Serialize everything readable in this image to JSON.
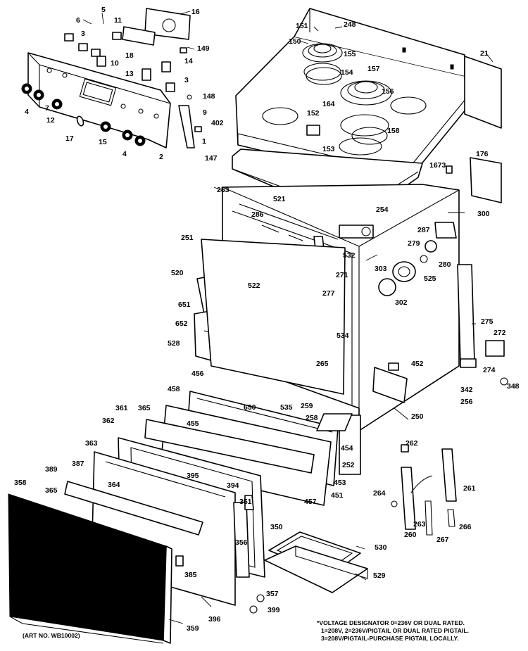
{
  "art_number": "(ART NO. WB10002)",
  "voltage_note": [
    "*VOLTAGE DESIGNATOR 0=236V OR DUAL RATED.",
    "1=208V, 2=236V/PIGTAIL OR DUAL RATED PIGTAIL.",
    "3=208V/PIGTAIL-PURCHASE PIGTAIL LOCALLY."
  ],
  "callouts": [
    "5",
    "6",
    "11",
    "16",
    "3",
    "149",
    "18",
    "10",
    "14",
    "13",
    "4",
    "7",
    "12",
    "17",
    "15",
    "2",
    "148",
    "9",
    "402",
    "1",
    "147",
    "151",
    "248",
    "150",
    "155",
    "157",
    "154",
    "156",
    "164",
    "152",
    "158",
    "153",
    "21",
    "1673",
    "176",
    "253",
    "521",
    "286",
    "254",
    "300",
    "287",
    "251",
    "532",
    "279",
    "271",
    "280",
    "520",
    "522",
    "303",
    "525",
    "277",
    "302",
    "651",
    "652",
    "534",
    "275",
    "272",
    "528",
    "452",
    "274",
    "348",
    "456",
    "265",
    "458",
    "342",
    "256",
    "361",
    "365",
    "650",
    "535",
    "259",
    "455",
    "250",
    "362",
    "258",
    "363",
    "262",
    "454",
    "389",
    "387",
    "252",
    "395",
    "358",
    "365",
    "364",
    "394",
    "453",
    "451",
    "261",
    "264",
    "457",
    "351",
    "260",
    "263",
    "266",
    "350",
    "267",
    "356",
    "530",
    "385",
    "529",
    "357",
    "399",
    "359",
    "396"
  ]
}
